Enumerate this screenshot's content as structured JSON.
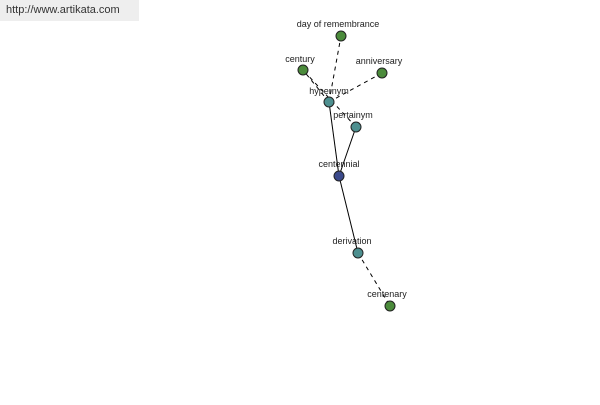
{
  "watermark": "http://www.artikata.com",
  "colors": {
    "center": "#3b4a8c",
    "relation": "#4d8f8f",
    "leaf": "#4b8b3b",
    "edge": "#000000",
    "node_stroke": "#222222"
  },
  "graph": {
    "nodes": [
      {
        "id": "centennial",
        "label": "centennial",
        "kind": "center"
      },
      {
        "id": "hypernym",
        "label": "hypernym",
        "kind": "relation"
      },
      {
        "id": "pertainym",
        "label": "pertainym",
        "kind": "relation"
      },
      {
        "id": "derivation",
        "label": "derivation",
        "kind": "relation"
      },
      {
        "id": "day_of_remembrance",
        "label": "day of remembrance",
        "kind": "leaf"
      },
      {
        "id": "century",
        "label": "century",
        "kind": "leaf"
      },
      {
        "id": "anniversary",
        "label": "anniversary",
        "kind": "leaf"
      },
      {
        "id": "centenary",
        "label": "centenary",
        "kind": "leaf"
      }
    ],
    "edges": [
      {
        "from": "centennial",
        "to": "hypernym",
        "style": "solid"
      },
      {
        "from": "centennial",
        "to": "pertainym",
        "style": "solid"
      },
      {
        "from": "centennial",
        "to": "derivation",
        "style": "solid"
      },
      {
        "from": "hypernym",
        "to": "day_of_remembrance",
        "style": "dashed"
      },
      {
        "from": "hypernym",
        "to": "century",
        "style": "dashed"
      },
      {
        "from": "hypernym",
        "to": "anniversary",
        "style": "dashed"
      },
      {
        "from": "pertainym",
        "to": "century",
        "style": "dashed"
      },
      {
        "from": "derivation",
        "to": "centenary",
        "style": "dashed"
      }
    ]
  }
}
